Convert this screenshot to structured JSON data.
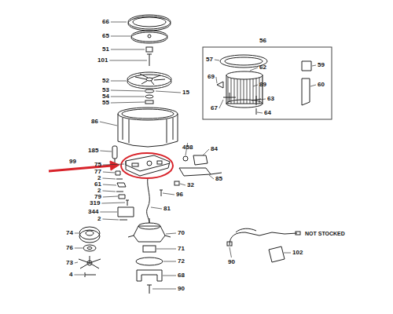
{
  "diagram": {
    "labels": [
      "66",
      "65",
      "51",
      "101",
      "56",
      "52",
      "57",
      "59",
      "62",
      "69",
      "89",
      "60",
      "15",
      "53",
      "54",
      "55",
      "67",
      "63",
      "64",
      "86",
      "185",
      "458",
      "84",
      "99",
      "75",
      "77",
      "2",
      "61",
      "2",
      "79",
      "319",
      "85",
      "32",
      "96",
      "81",
      "344",
      "2",
      "74",
      "70",
      "76",
      "71",
      "73",
      "72",
      "4",
      "68",
      "90",
      "NOT STOCKED",
      "90",
      "102"
    ]
  }
}
